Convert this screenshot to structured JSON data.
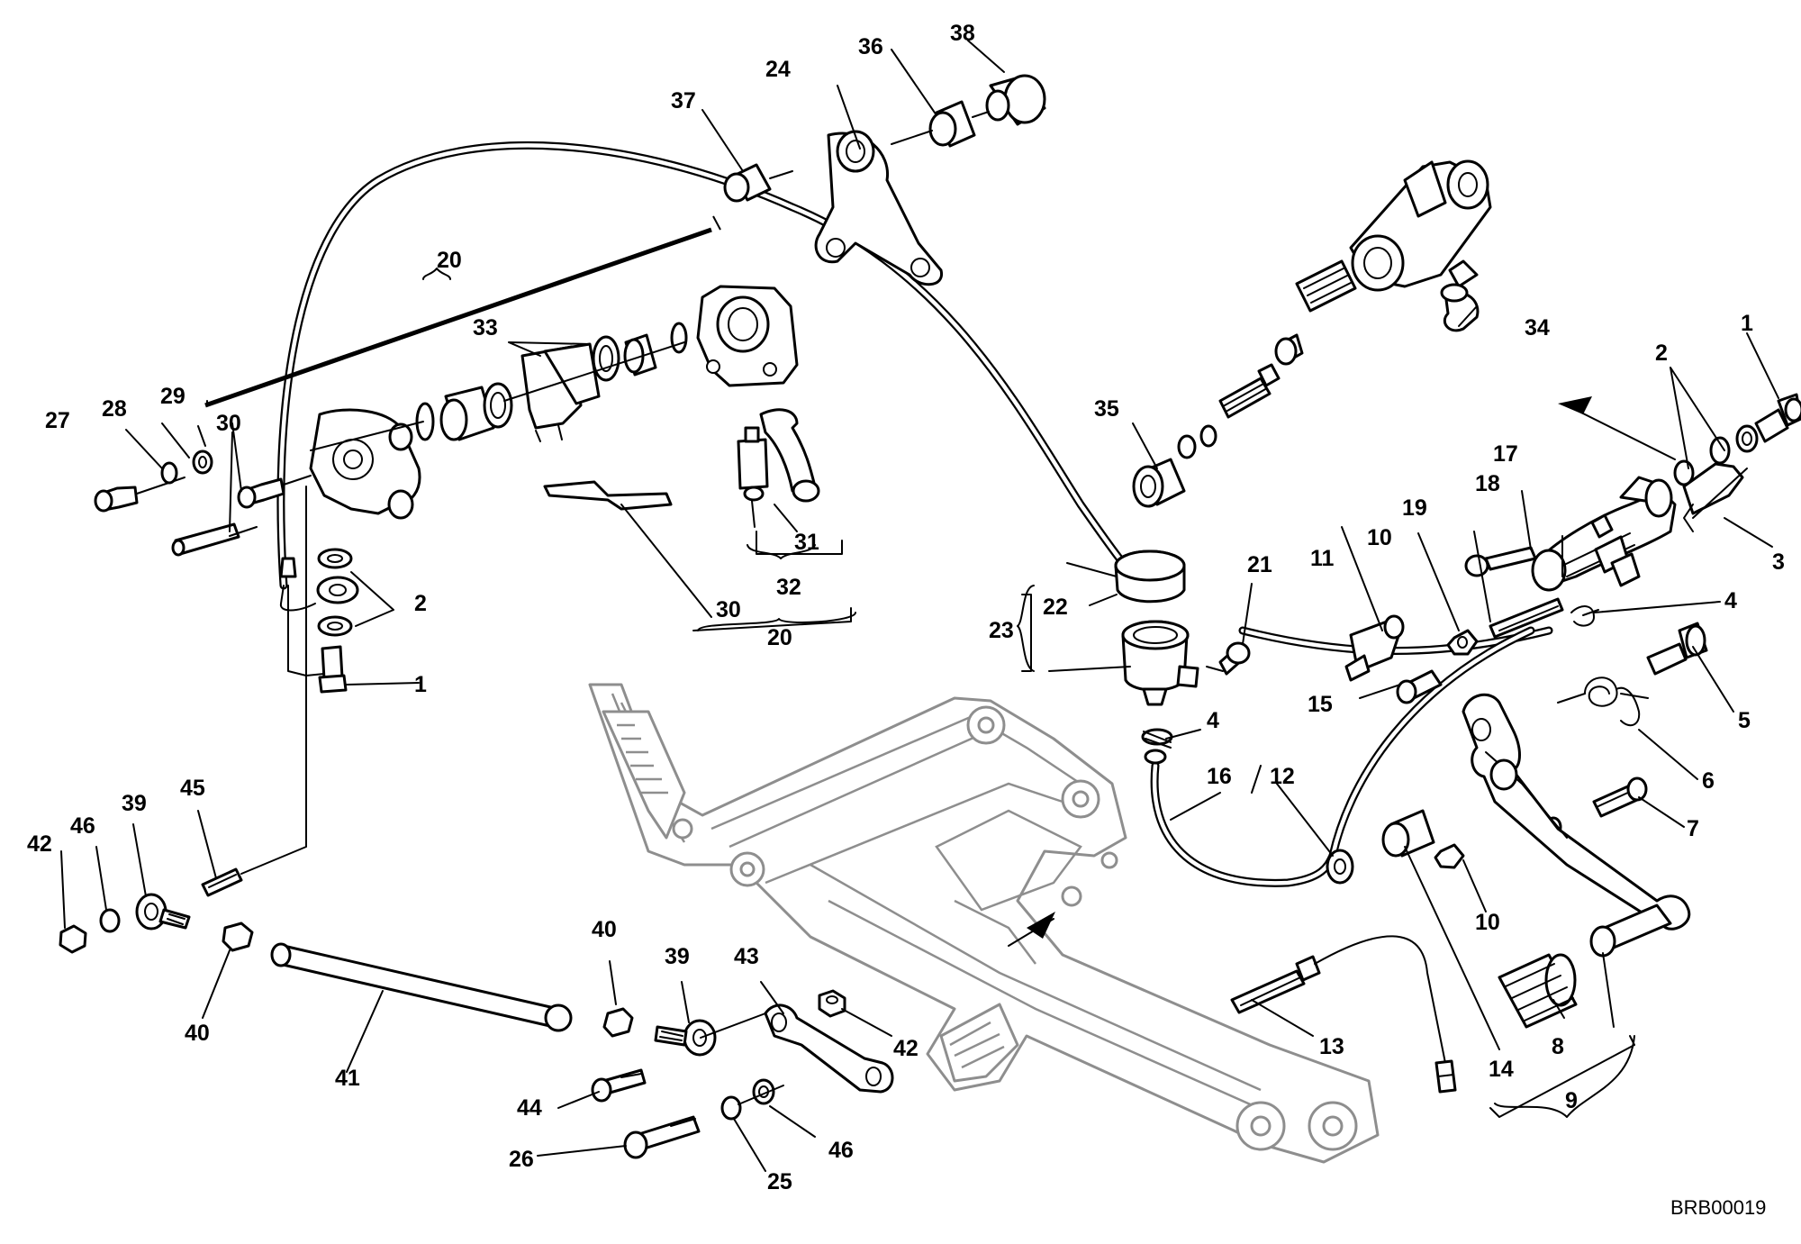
{
  "diagram": {
    "drawing_code": "BRB00019",
    "labels": {
      "p1_top": "1",
      "p1_left": "1",
      "p2_top": "2",
      "p2_left": "2",
      "p3": "3",
      "p4_a": "4",
      "p4_b": "4",
      "p5": "5",
      "p6": "6",
      "p7": "7",
      "p8": "8",
      "p9": "9",
      "p10_a": "10",
      "p10_b": "10",
      "p11": "11",
      "p12": "12",
      "p13": "13",
      "p14": "14",
      "p15": "15",
      "p16": "16",
      "p17": "17",
      "p18": "18",
      "p19": "19",
      "p20_top": "20",
      "p20_bottom": "20",
      "p21": "21",
      "p22": "22",
      "p23": "23",
      "p24": "24",
      "p25": "25",
      "p26": "26",
      "p27": "27",
      "p28": "28",
      "p29": "29",
      "p30_left": "30",
      "p30_mid": "30",
      "p31": "31",
      "p32": "32",
      "p33": "33",
      "p34": "34",
      "p35": "35",
      "p36": "36",
      "p37": "37",
      "p38": "38",
      "p39_left": "39",
      "p39_right": "39",
      "p40_top": "40",
      "p40_left": "40",
      "p41": "41",
      "p42_left": "42",
      "p42_right": "42",
      "p43": "43",
      "p44": "44",
      "p45": "45",
      "p46_left": "46",
      "p46_bottom": "46"
    }
  }
}
